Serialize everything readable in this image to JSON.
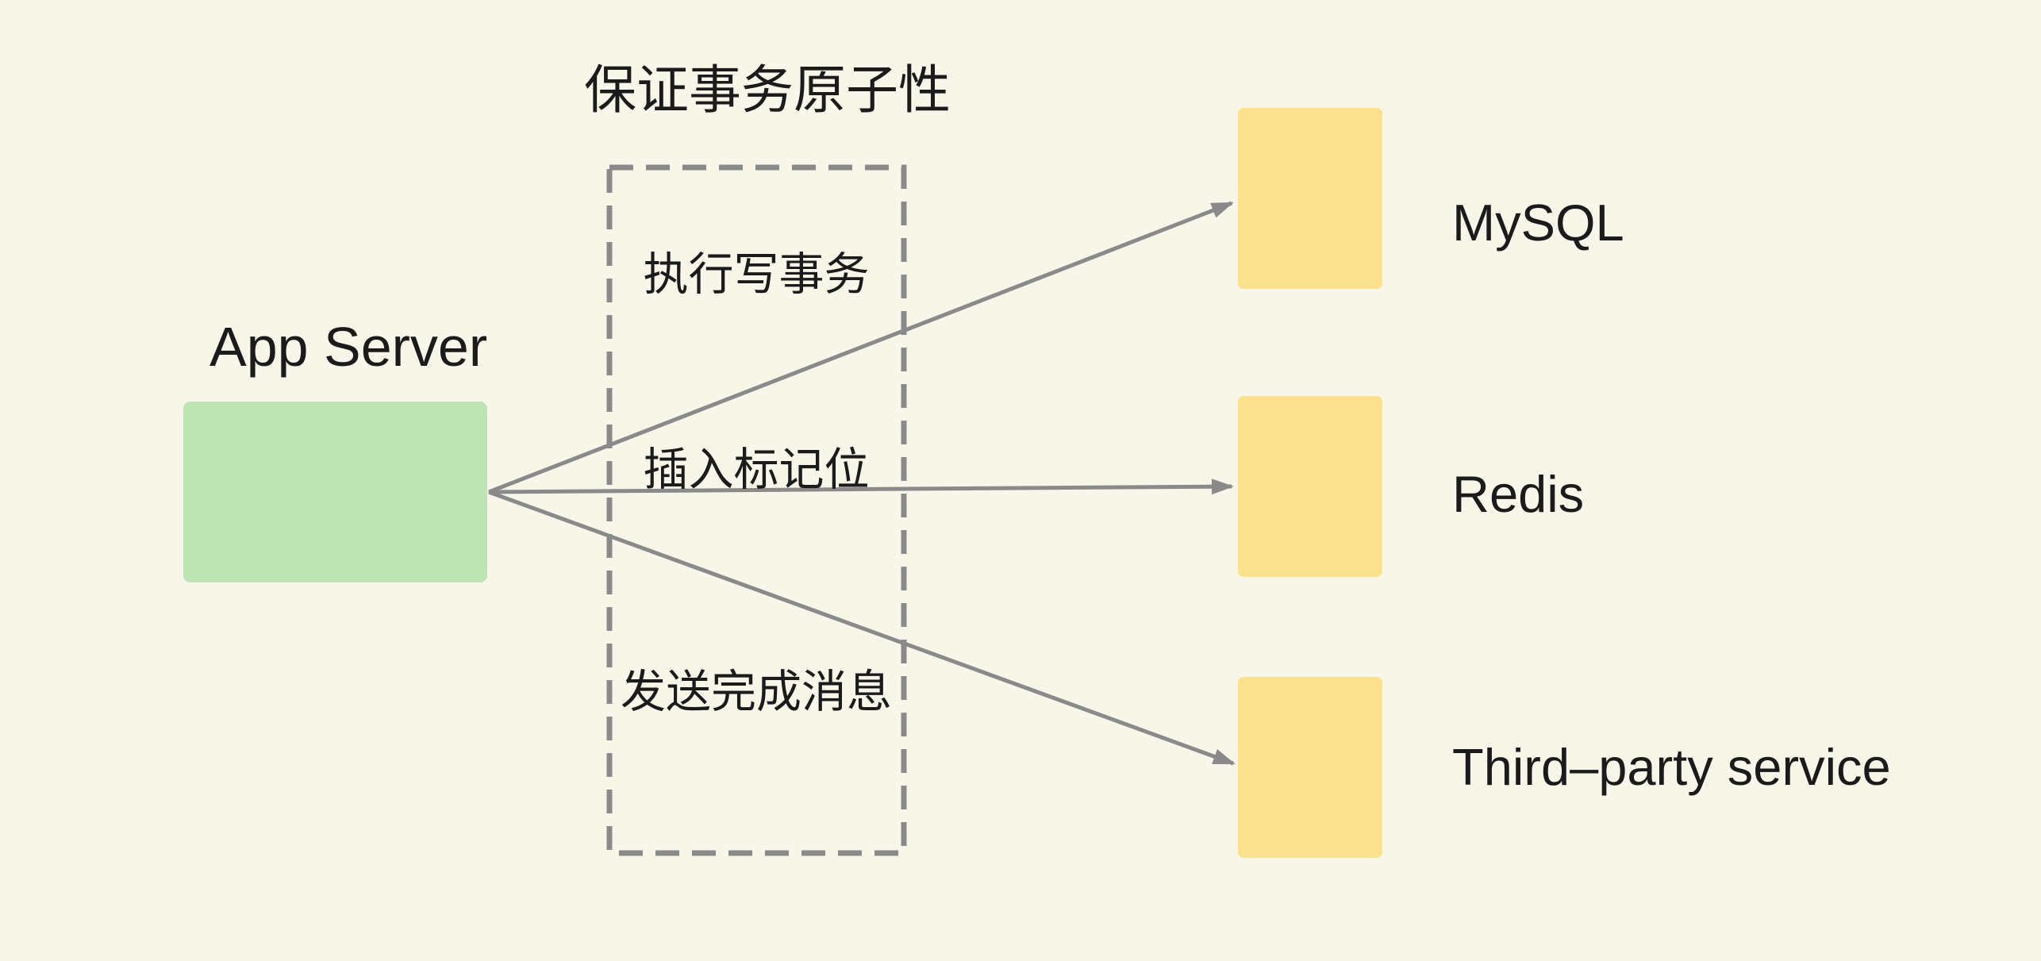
{
  "title": {
    "text": "保证事务原子性"
  },
  "nodes": {
    "app_server": {
      "label": "App Server",
      "fill_color": "#BEE3B5"
    }
  },
  "atomicity_group": {
    "border_color": "#8A8A8A",
    "border_style": "dashed",
    "steps": [
      {
        "label": "执行写事务"
      },
      {
        "label": "插入标记位"
      },
      {
        "label": "发送完成消息"
      }
    ]
  },
  "targets": [
    {
      "label": "MySQL",
      "fill_color": "#FBE08D"
    },
    {
      "label": "Redis",
      "fill_color": "#FBE08D"
    },
    {
      "label": "Third–party service",
      "fill_color": "#FBE08D"
    }
  ],
  "arrows": {
    "color": "#8A8A8A",
    "from": "App Server",
    "to": [
      "MySQL",
      "Redis",
      "Third–party service"
    ]
  },
  "colors": {
    "background": "#F8F6E8",
    "text": "#1B1B1B",
    "green_node": "#BEE3B5",
    "yellow_node": "#FBE08D",
    "line_gray": "#8A8A8A"
  }
}
